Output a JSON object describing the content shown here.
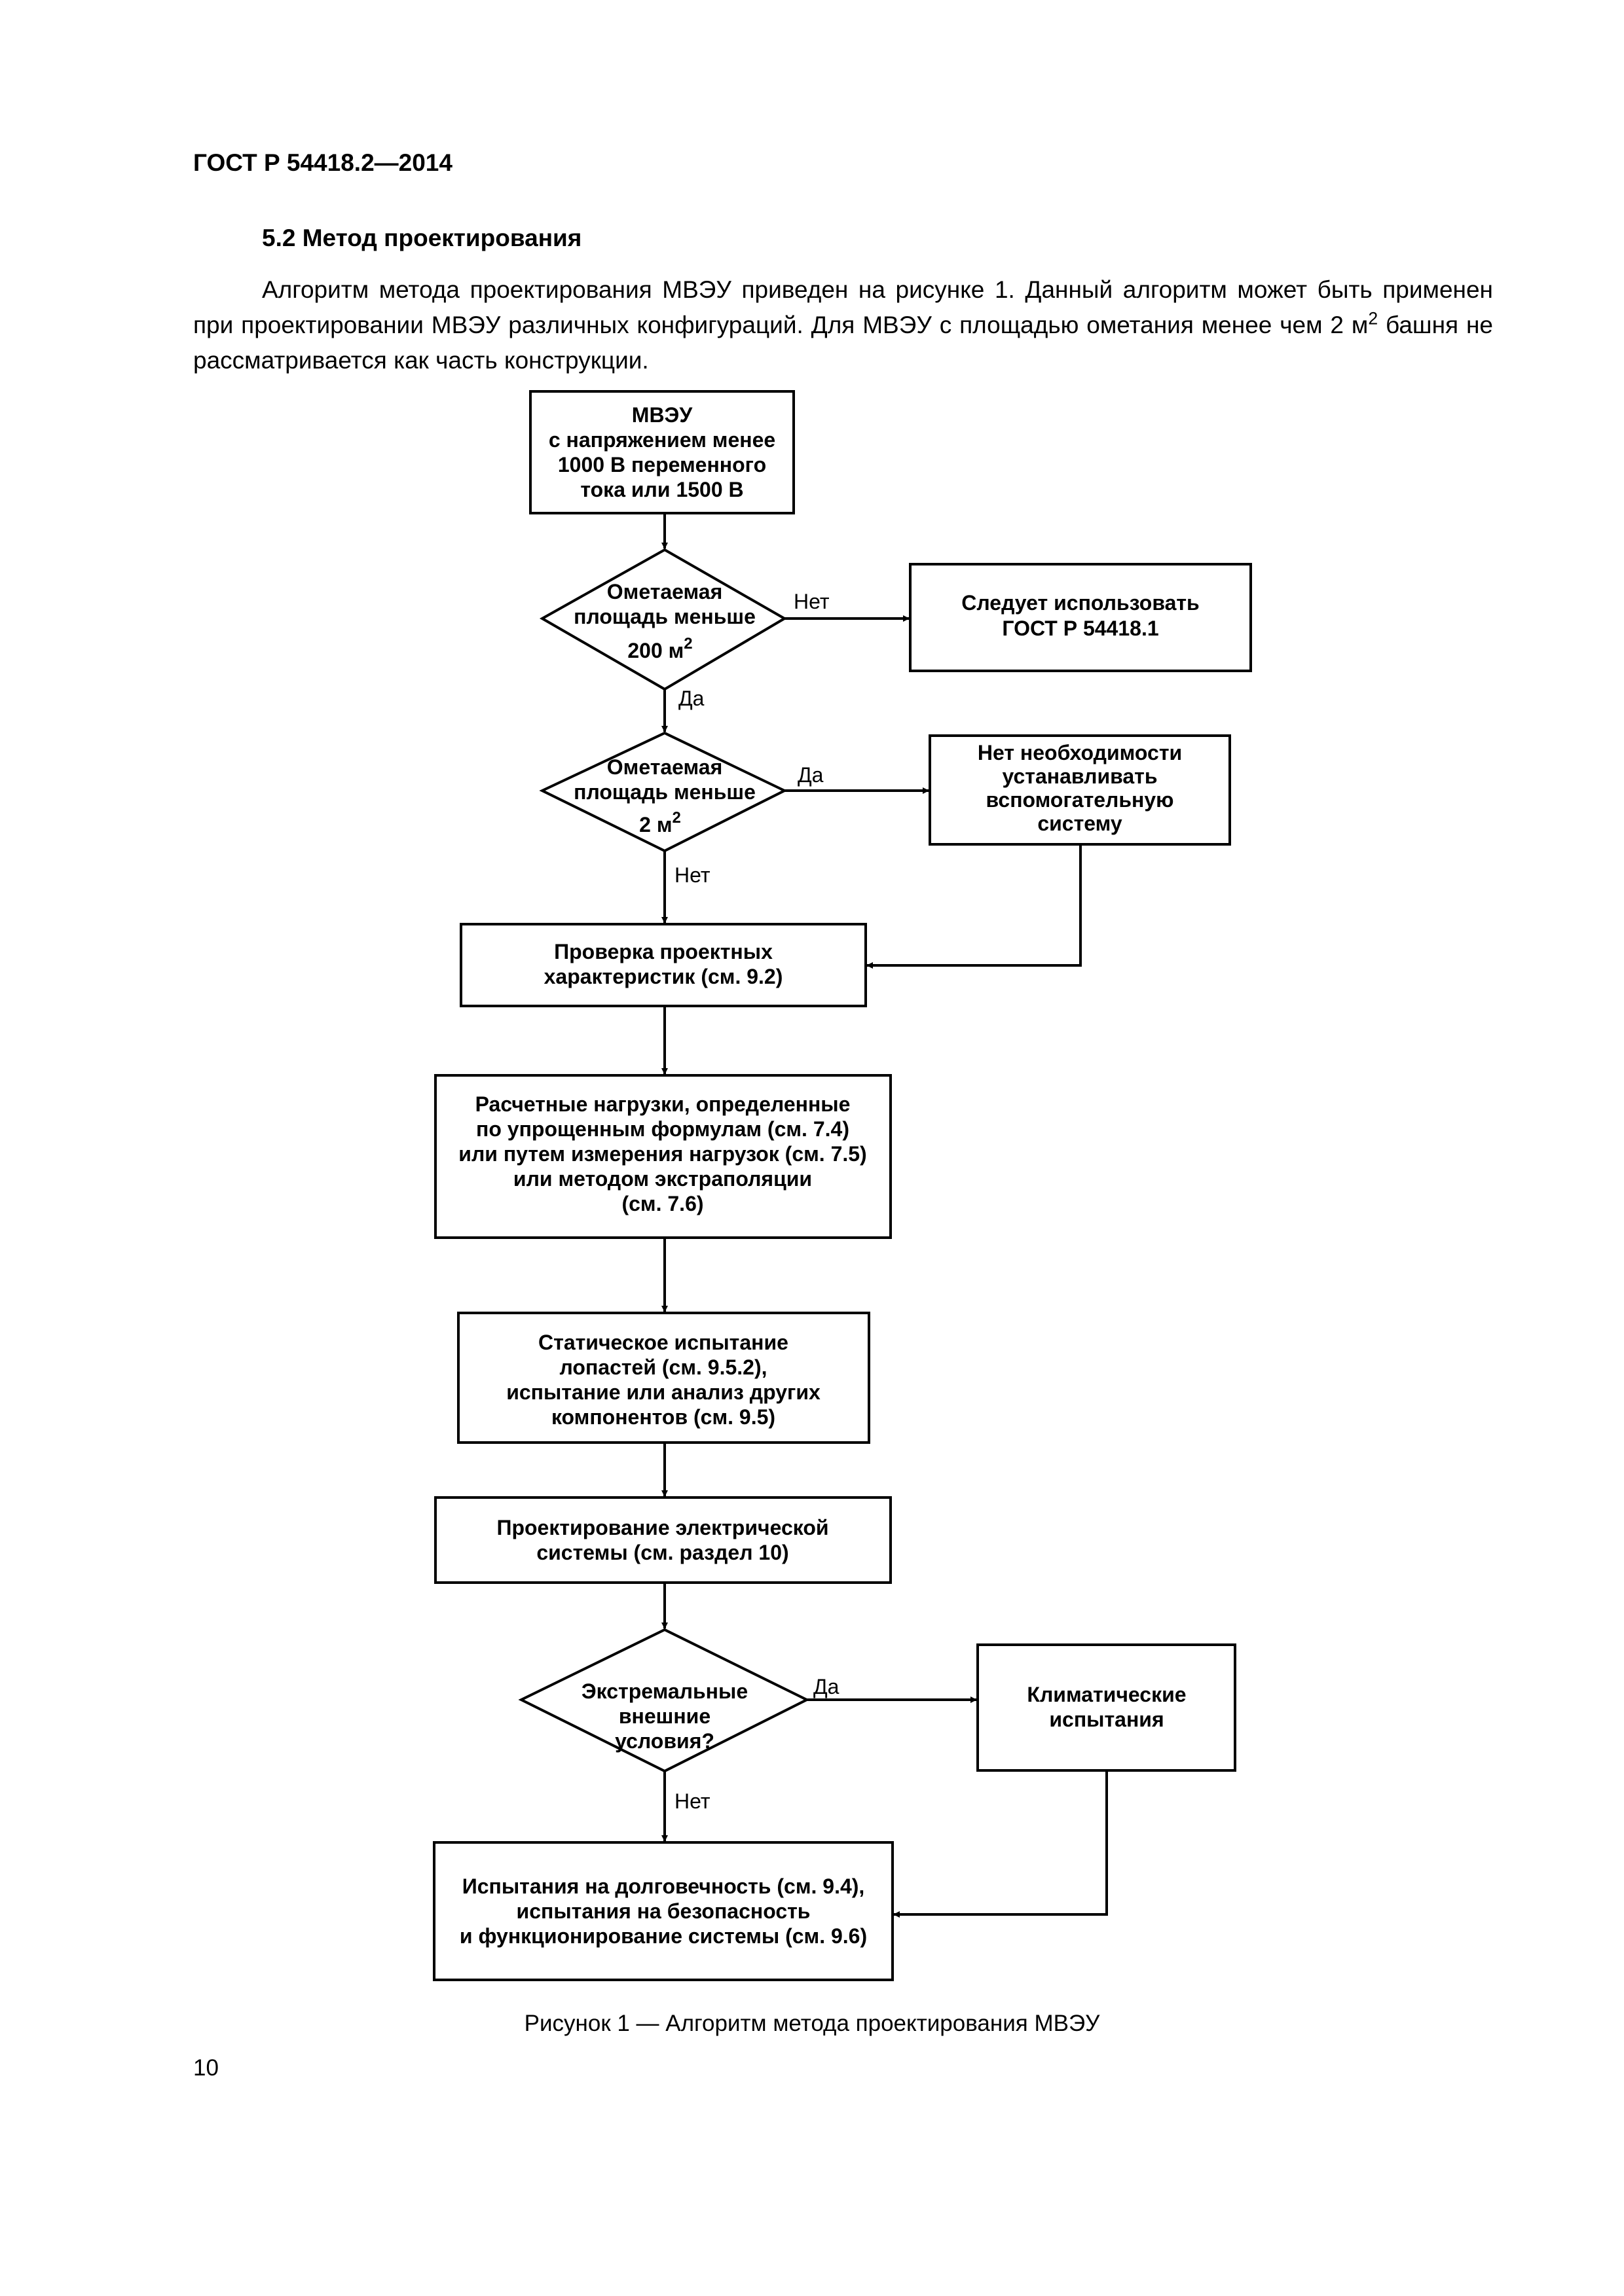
{
  "header": "ГОСТ Р 54418.2—2014",
  "section_title": "5.2 Метод проектирования",
  "paragraph": {
    "part1": "Алгоритм метода проектирования МВЭУ приведен на рисунке 1. Данный алгоритм может быть применен при проектировании МВЭУ различных конфигураций. Для МВЭУ с площадью ометания менее чем 2 м",
    "sup": "2",
    "part2": " башня не рассматривается как часть конструкции."
  },
  "flowchart": {
    "start": [
      "МВЭУ",
      "с напряжением менее",
      "1000 В переменного",
      "тока или 1500 В"
    ],
    "decision1": {
      "lines": [
        "Ометаемая",
        "площадь меньше",
        "200 м"
      ],
      "sup": "2"
    },
    "decision1_no": "Нет",
    "decision1_yes": "Да",
    "box_gost": [
      "Следует использовать",
      "ГОСТ Р 54418.1"
    ],
    "decision2": {
      "lines": [
        "Ометаемая",
        "площадь меньше",
        "2 м"
      ],
      "sup": "2"
    },
    "decision2_yes": "Да",
    "decision2_no": "Нет",
    "box_no_need": [
      "Нет необходимости",
      "устанавливать",
      "вспомогательную",
      "систему"
    ],
    "box_check": [
      "Проверка проектных",
      "характеристик (см. 9.2)"
    ],
    "box_loads": [
      "Расчетные нагрузки, определенные",
      "по упрощенным формулам (см. 7.4)",
      "или путем измерения нагрузок (см. 7.5)",
      "или методом экстраполяции",
      "(см. 7.6)"
    ],
    "box_static": [
      "Статическое испытание",
      "лопастей (см. 9.5.2),",
      "испытание или анализ  других",
      "компонентов (см. 9.5)"
    ],
    "box_electric": [
      "Проектирование электрической",
      "системы (см. раздел 10)"
    ],
    "decision3": [
      "Экстремальные",
      "внешние",
      "условия?"
    ],
    "decision3_yes": "Да",
    "decision3_no": "Нет",
    "box_climate": [
      "Климатические",
      "испытания"
    ],
    "box_final": [
      "Испытания на долговечность (см. 9.4),",
      "испытания на безопасность",
      "и функционирование системы (см. 9.6)"
    ]
  },
  "caption": "Рисунок 1 — Алгоритм метода проектирования МВЭУ",
  "page_number": "10"
}
